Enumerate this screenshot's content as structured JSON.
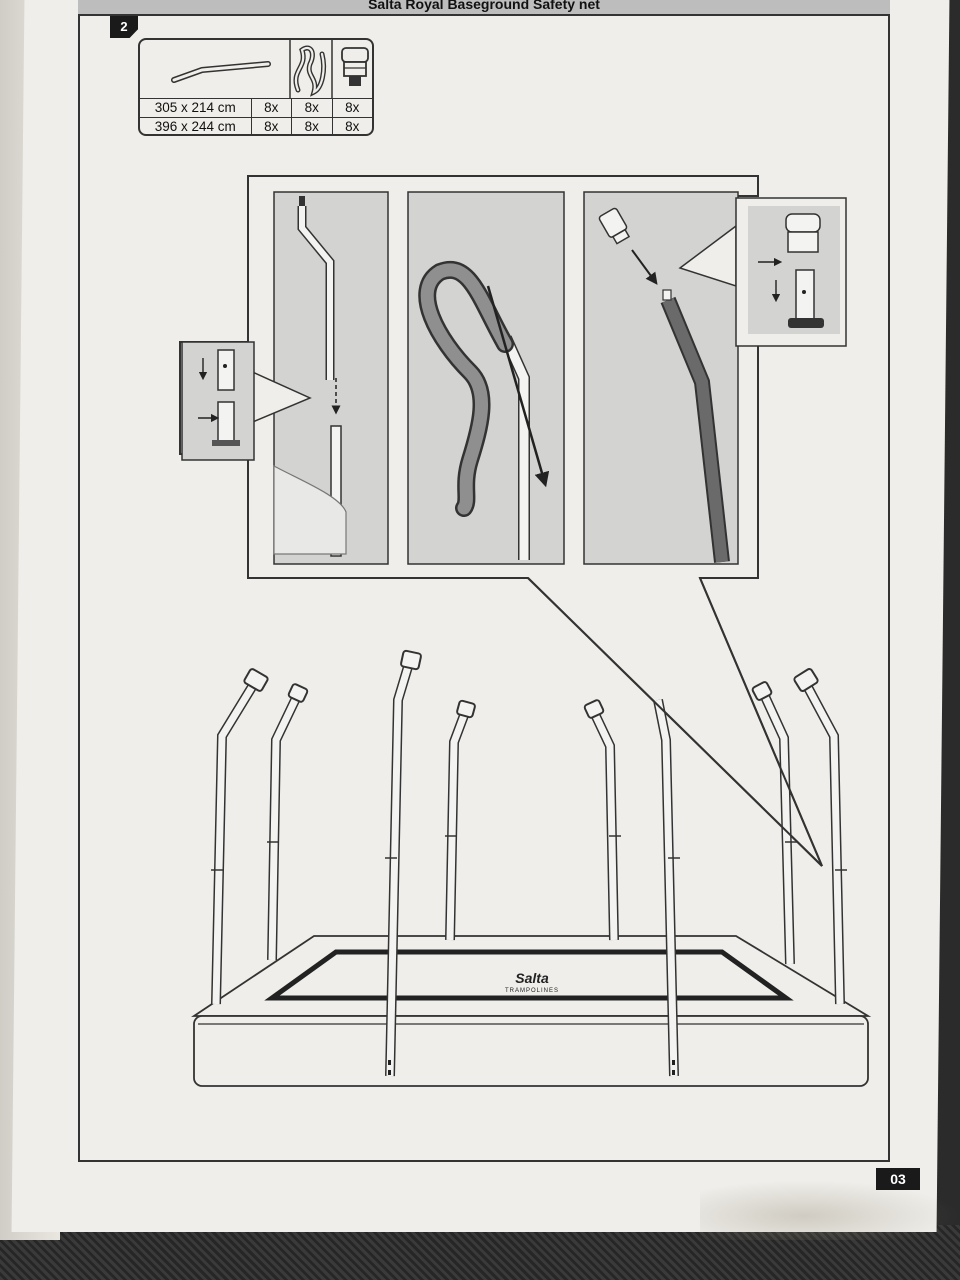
{
  "header": {
    "title": "Salta Royal Baseground Safety net"
  },
  "step": {
    "number": "2"
  },
  "parts_table": {
    "rows": [
      {
        "size": "305 x 214 cm",
        "poles": "8x",
        "sleeves": "8x",
        "caps": "8x"
      },
      {
        "size": "396 x 244 cm",
        "poles": "8x",
        "sleeves": "8x",
        "caps": "8x"
      }
    ],
    "icons": [
      "bent-pole-icon",
      "foam-sleeve-icon",
      "pole-cap-icon"
    ]
  },
  "trampoline": {
    "brand": "Salta",
    "brand_sub": "TRAMPOLINES"
  },
  "footer": {
    "page_number": "03"
  }
}
